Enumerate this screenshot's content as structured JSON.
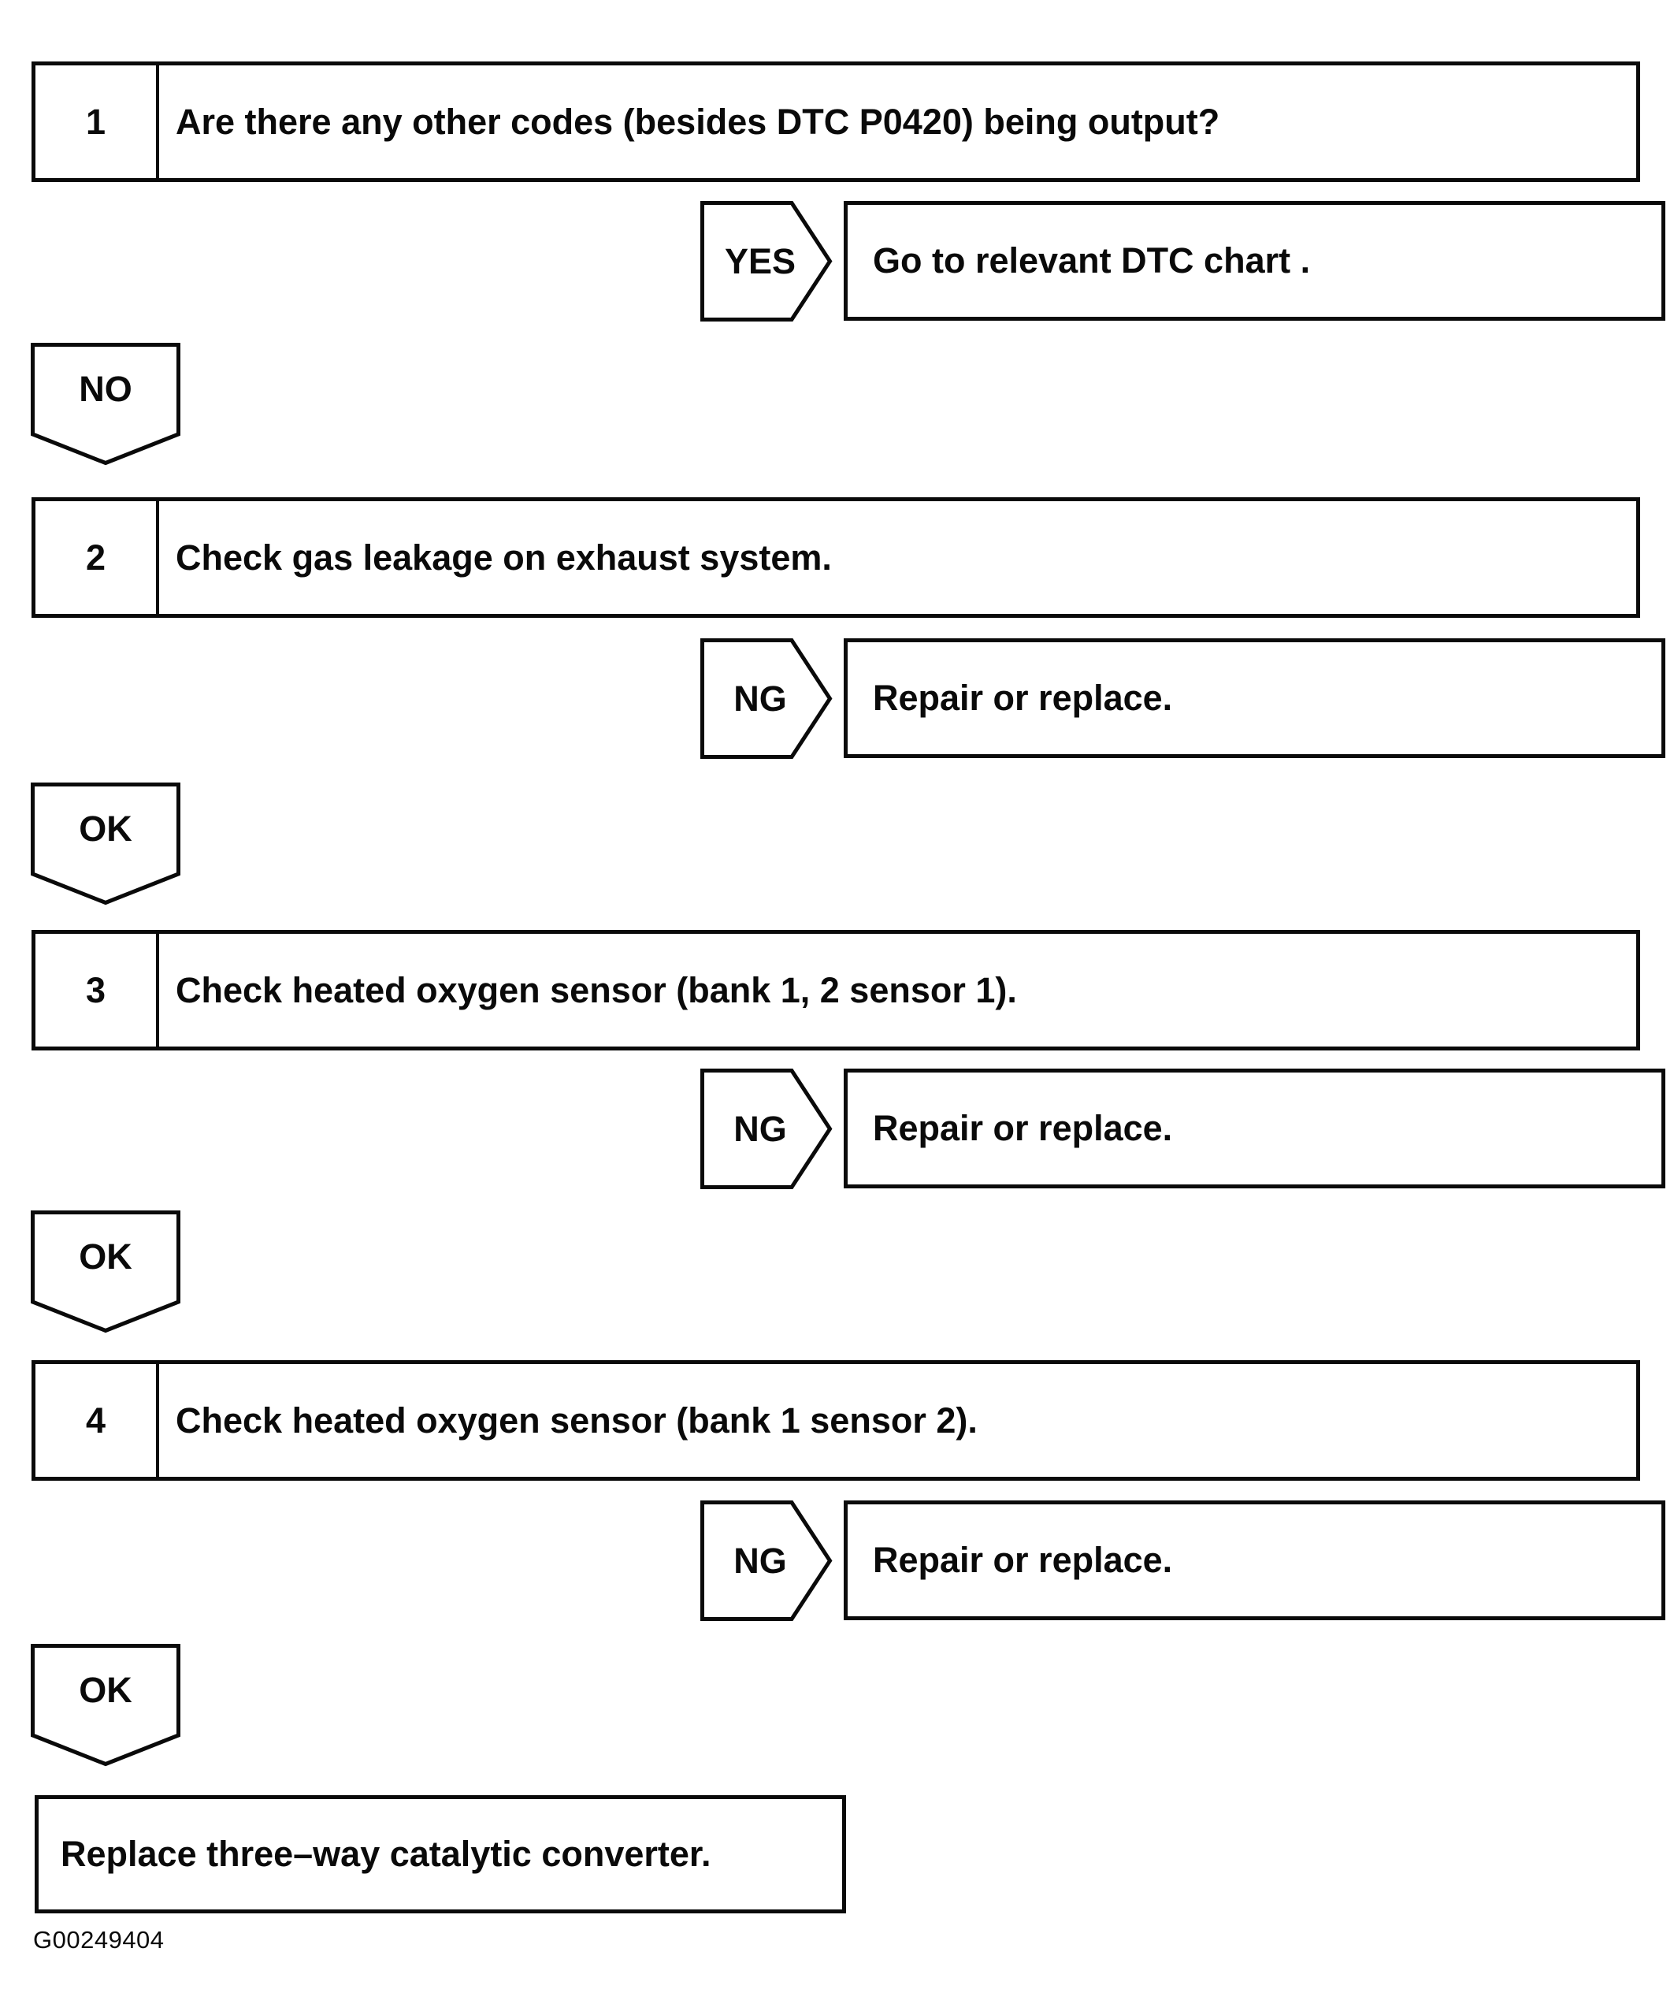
{
  "page": {
    "figure_code": "G00249404"
  },
  "colors": {
    "ink": "#0a0a0a",
    "paper": "#ffffff"
  },
  "steps": [
    {
      "number": "1",
      "question": "Are there any other codes (besides DTC P0420) being output?",
      "branch_label": "YES",
      "branch_result": "Go to relevant DTC chart .",
      "continue_label": "NO"
    },
    {
      "number": "2",
      "question": "Check gas leakage on exhaust system.",
      "branch_label": "NG",
      "branch_result": "Repair or replace.",
      "continue_label": "OK"
    },
    {
      "number": "3",
      "question": "Check heated oxygen sensor (bank 1, 2 sensor 1).",
      "branch_label": "NG",
      "branch_result": "Repair or replace.",
      "continue_label": "OK"
    },
    {
      "number": "4",
      "question": "Check heated oxygen sensor (bank 1 sensor 2).",
      "branch_label": "NG",
      "branch_result": "Repair or replace.",
      "continue_label": "OK"
    }
  ],
  "final_action": {
    "text": "Replace three–way catalytic converter."
  }
}
